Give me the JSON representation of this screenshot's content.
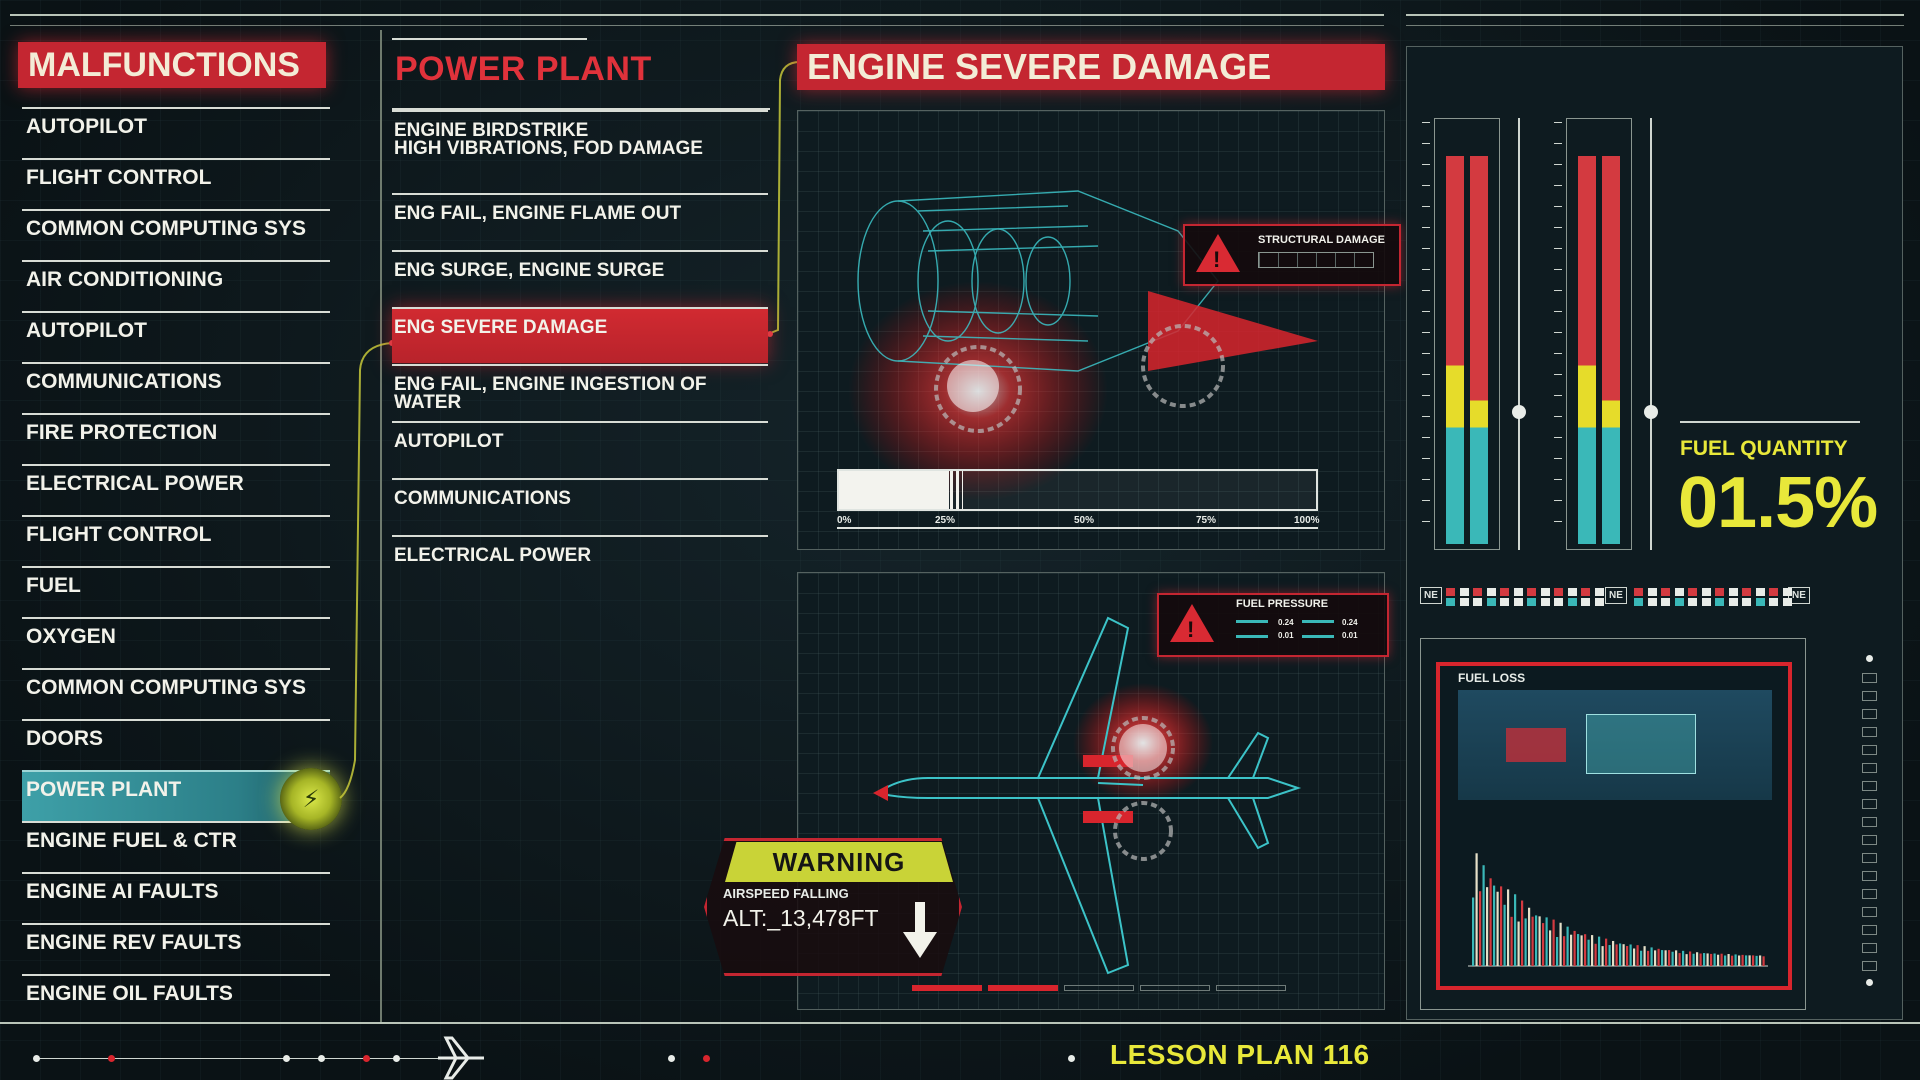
{
  "left_panel": {
    "title": "MALFUNCTIONS",
    "items": [
      {
        "label": "AUTOPILOT"
      },
      {
        "label": "FLIGHT CONTROL"
      },
      {
        "label": "COMMON COMPUTING SYS"
      },
      {
        "label": "AIR CONDITIONING"
      },
      {
        "label": "AUTOPILOT"
      },
      {
        "label": "COMMUNICATIONS"
      },
      {
        "label": "FIRE PROTECTION"
      },
      {
        "label": "ELECTRICAL POWER"
      },
      {
        "label": "FLIGHT CONTROL"
      },
      {
        "label": "FUEL"
      },
      {
        "label": "OXYGEN"
      },
      {
        "label": "COMMON COMPUTING SYS"
      },
      {
        "label": "DOORS"
      },
      {
        "label": "POWER PLANT",
        "active": true
      },
      {
        "label": "ENGINE FUEL & CTR"
      },
      {
        "label": "ENGINE AI FAULTS"
      },
      {
        "label": "ENGINE REV FAULTS"
      },
      {
        "label": "ENGINE OIL FAULTS"
      }
    ]
  },
  "middle_panel": {
    "title": "POWER PLANT",
    "items": [
      {
        "label": "ENGINE BIRDSTRIKE",
        "label2": "HIGH VIBRATIONS, FOD DAMAGE"
      },
      {
        "label": "ENG FAIL, ENGINE FLAME OUT"
      },
      {
        "label": "ENG SURGE, ENGINE SURGE"
      },
      {
        "label": "ENG SEVERE DAMAGE",
        "active": true
      },
      {
        "label": "ENG FAIL, ENGINE INGESTION OF WATER"
      },
      {
        "label": "AUTOPILOT"
      },
      {
        "label": "COMMUNICATIONS"
      },
      {
        "label": "ELECTRICAL POWER"
      }
    ]
  },
  "engine_panel": {
    "title": "ENGINE SEVERE DAMAGE",
    "alert_label": "STRUCTURAL DAMAGE",
    "progress": 0.23,
    "ticks": [
      "0%",
      "25%",
      "50%",
      "75%",
      "100%"
    ]
  },
  "aircraft_panel": {
    "alert_label": "FUEL PRESSURE",
    "readings": [
      "0.24",
      "0.01",
      "0.24",
      "0.01"
    ]
  },
  "warning": {
    "head": "WARNING",
    "sub": "AIRSPEED FALLING",
    "alt": "ALT:_13,478FT"
  },
  "right_panel": {
    "fuel_label": "FUEL QUANTITY",
    "fuel_value": "01.5%",
    "ne_label": "NE",
    "fuel_loss_label": "FUEL LOSS",
    "colors": {
      "red": "#d33a40",
      "yellow": "#e6dc2a",
      "teal": "#3ab8b8"
    }
  },
  "footer": {
    "lesson": "LESSON PLAN 116"
  }
}
